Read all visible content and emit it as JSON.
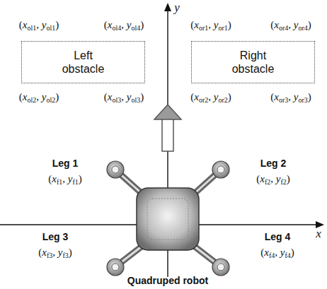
{
  "diagram": {
    "nodes": [
      {
        "text": [
          "Left obstacle"
        ]
      },
      {
        "text": [
          "Right obstacle"
        ]
      }
    ],
    "labels": [
      "y",
      "(xol1, yol1)",
      "(xol4, yol4)",
      "(xor1, yor1)",
      "(xor4, yor4)",
      "(xol2, yol2)",
      "(xol3, yol3)",
      "(xor2, yor2)",
      "(xor3, yor3)",
      "Leg 1",
      "(xf1, yf1)",
      "Leg 2",
      "(xf2, yf2)",
      "x",
      "Leg 3",
      "(xf3, yf3)",
      "Leg 4",
      "(xf4, yf4)",
      "Quadruped robot"
    ]
  }
}
